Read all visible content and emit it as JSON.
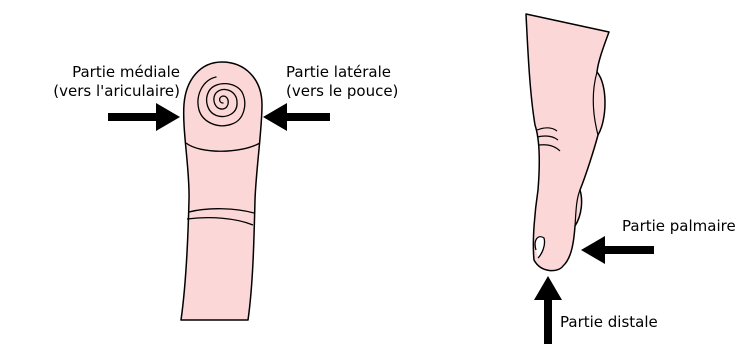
{
  "colors": {
    "skin": "#fcd7d7",
    "outline": "#000000",
    "arrow": "#000000"
  },
  "labels": {
    "medial": {
      "line1": "Partie médiale",
      "line2": "(vers l'ariculaire)"
    },
    "lateral": {
      "line1": "Partie latérale",
      "line2": "(vers le pouce)"
    },
    "palmar": "Partie palmaire",
    "distal": "Partie distale"
  }
}
